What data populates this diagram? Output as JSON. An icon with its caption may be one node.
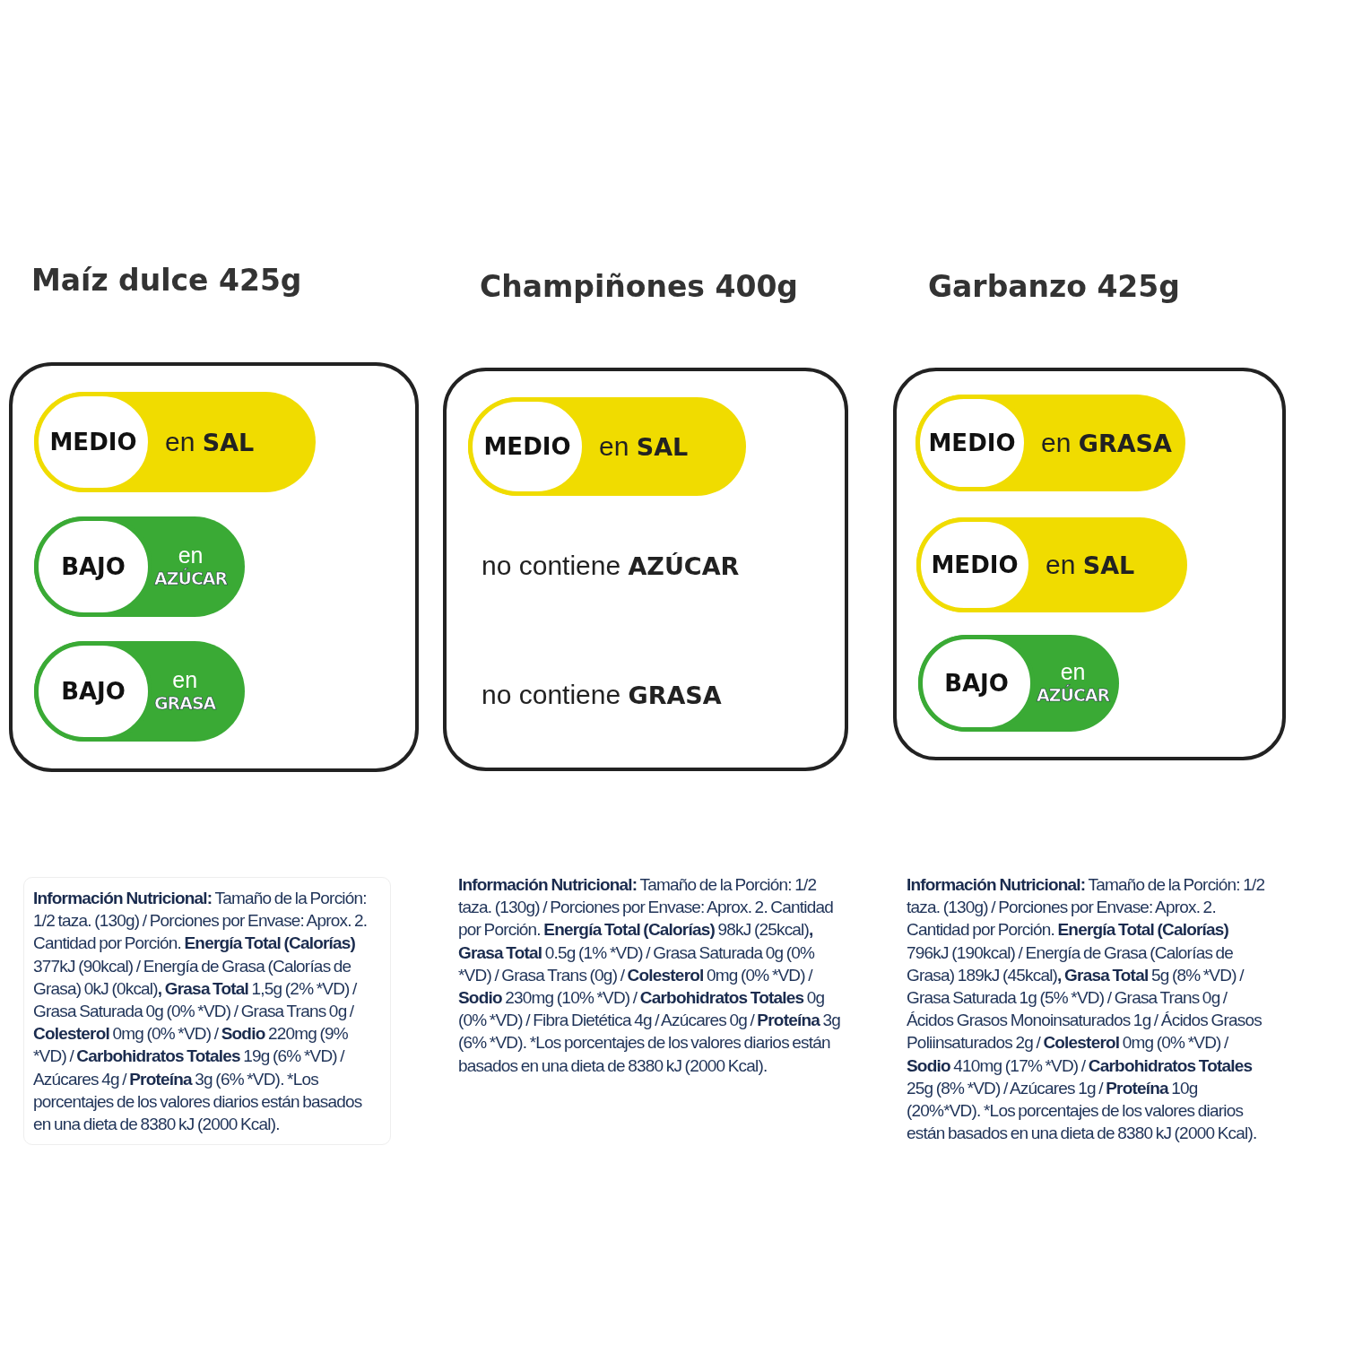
{
  "diagram": {
    "nodes": [
      {
        "text": [
          "Maíz dulce 425g"
        ]
      },
      {
        "text": [
          "MEDIO",
          "en **SAL**"
        ],
        "in": 0
      },
      {
        "text": [
          "BAJO",
          "en **AZÚCAR**"
        ],
        "in": 0
      },
      {
        "text": [
          "BAJO",
          "en **GRASA**"
        ],
        "in": 0
      },
      {
        "text": [
          "Champiñones 400g"
        ]
      },
      {
        "text": [
          "MEDIO",
          "en **SAL**"
        ],
        "in": 4
      },
      {
        "text": [
          "no contiene **AZÚCAR**"
        ],
        "in": 4
      },
      {
        "text": [
          "no contiene **GRASA**"
        ],
        "in": 4
      },
      {
        "text": [
          "Garbanzo 425g"
        ]
      },
      {
        "text": [
          "MEDIO",
          "en **GRASA**"
        ],
        "in": 8
      },
      {
        "text": [
          "MEDIO",
          "en **SAL**"
        ],
        "in": 8
      },
      {
        "text": [
          "BAJO",
          "en **AZÚCAR**"
        ],
        "in": 8
      },
      {
        "text": [
          "**Información Nutricional:** Tamaño de la Porción: 1/2 taza. (130g) / Porciones por Envase: Aprox. 2. Cantidad por Porción. **Energía Total (Calorías)** 377kJ (90kcal) / Energía de Grasa (Calorías de Grasa) 0kJ (0kcal)**, Grasa Total** 1,5g (2% *VD) / Grasa Saturada 0g (0% *VD) / Grasa Trans 0g / **Colesterol** 0mg (0% *VD) / **Sodio** 220mg (9% *VD) / **Carbohidratos Totales** 19g (6% *VD) / Azúcares 4g / **Proteína** 3g (6% *VD). *Los porcentajes de los valores diarios están basados en una dieta de 8380 kJ (2000 Kcal)."
        ]
      }
    ],
    "labels": [
      "**Información Nutricional:** Tamaño de la Porción: 1/2 taza. (130g) / Porciones por Envase: Aprox. 2. Cantidad por Porción. **Energía Total (Calorías)** 98kJ (25kcal)**, Grasa Total** 0.5g (1% *VD) / Grasa Saturada 0g (0% *VD) / Grasa Trans (0g) / **Colesterol** 0mg (0% *VD) / **Sodio** 230mg (10% *VD) / **Carbohidratos Totales** 0g (0% *VD) / Fibra Dietética 4g / Azúcares 0g / **Proteína** 3g (6% *VD). *Los porcentajes de los valores diarios están basados en una dieta de 8380 kJ (2000 Kcal).",
      "**Información Nutricional:** Tamaño de la Porción: 1/2 taza. (130g) / Porciones por Envase: Aprox. 2. Cantidad por Porción. **Energía Total (Calorías)** 796kJ (190kcal) / Energía de Grasa (Calorías de Grasa) 189kJ (45kcal)**, Grasa Total** 5g (8% *VD) / Grasa Saturada 1g (5% *VD) / Grasa Trans 0g / Ácidos Grasos Monoinsaturados 1g / Ácidos Grasos Poliinsaturados 2g / **Colesterol** 0mg (0% *VD) / **Sodio** 410mg (17% *VD) / **Carbohidratos Totales** 25g (8% *VD) / Azúcares 1g / **Proteína** 10g (20%*VD). *Los porcentajes de los valores diarios están basados en una dieta de 8380 kJ (2000 Kcal)."
    ]
  }
}
